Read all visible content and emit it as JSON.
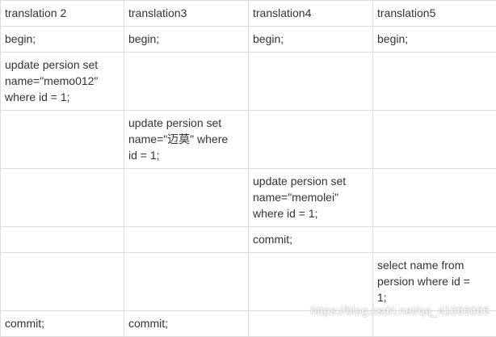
{
  "table": {
    "headers": [
      "translation 2",
      "translation3",
      "translation4",
      "translation5"
    ],
    "rows": [
      [
        "begin;",
        "begin;",
        "begin;",
        "begin;"
      ],
      [
        "update persion set\nname=\"memo012\"\nwhere id = 1;",
        "",
        "",
        ""
      ],
      [
        "",
        "update persion set\nname=\"迈莫\" where\nid = 1;",
        "",
        ""
      ],
      [
        "",
        "",
        "update persion set\nname=\"memolei\"\nwhere id = 1;",
        ""
      ],
      [
        "",
        "",
        "commit;",
        ""
      ],
      [
        "",
        "",
        "",
        "select name from\npersion where id =\n1;"
      ],
      [
        "commit;",
        "commit;",
        "",
        ""
      ]
    ]
  },
  "watermark": "https://blog.csdn.net/qq_41066066"
}
